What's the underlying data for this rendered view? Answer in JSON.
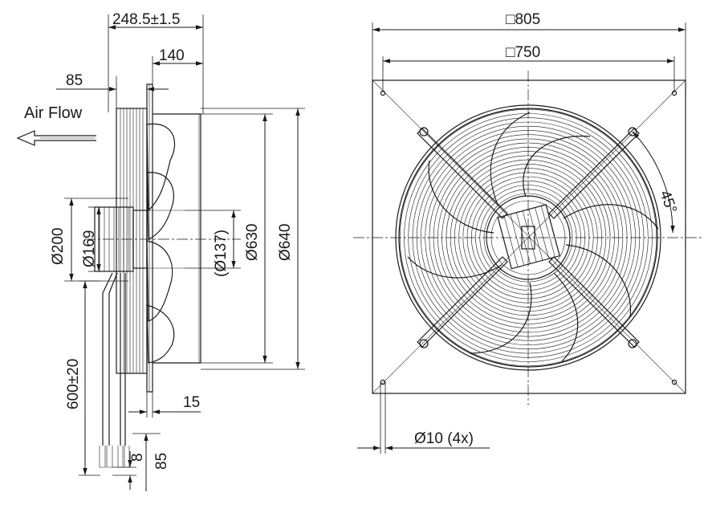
{
  "labels": {
    "depth_total": "248.5±1.5",
    "depth_140": "140",
    "depth_85": "85",
    "air_flow": "Air Flow",
    "dia_200": "Ø200",
    "dia_169": "Ø169",
    "dia_137": "(Ø137)",
    "dia_630": "Ø630",
    "dia_640": "Ø640",
    "cable_len": "600±20",
    "flange_15": "15",
    "dim_8": "8",
    "dim_85b": "85",
    "square_805": "□805",
    "square_750": "□750",
    "angle_45": "45°",
    "holes": "Ø10 (4x)"
  }
}
